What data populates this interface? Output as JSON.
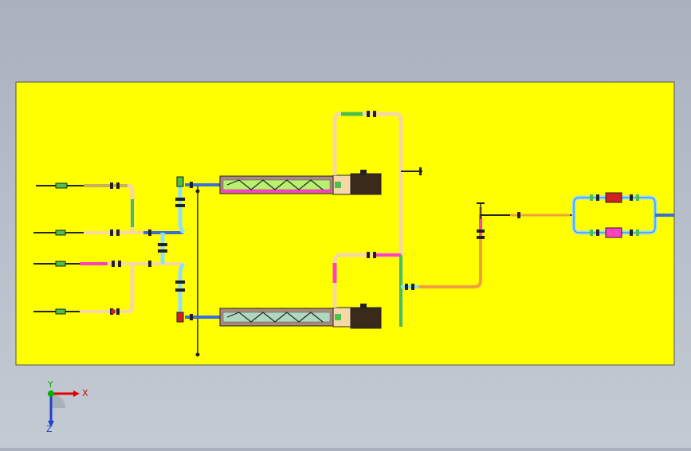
{
  "canvas": {
    "background_top": "#a9b1bd",
    "background_bottom": "#c3cad3",
    "sheet_color": "#ffff00",
    "sheet_border": "#555555"
  },
  "triad": {
    "x_label": "X",
    "y_label": "Y",
    "z_label": "Z",
    "x_color": "#e00000",
    "y_color": "#00b000",
    "z_color": "#2040d0"
  },
  "model": {
    "components": [
      {
        "name": "inlet-line-1",
        "kind": "pipe"
      },
      {
        "name": "inlet-line-2",
        "kind": "pipe"
      },
      {
        "name": "inlet-line-3",
        "kind": "pipe"
      },
      {
        "name": "inlet-line-4",
        "kind": "pipe"
      },
      {
        "name": "screw-conveyor-upper",
        "kind": "conveyor"
      },
      {
        "name": "screw-conveyor-lower",
        "kind": "conveyor"
      },
      {
        "name": "motor-upper",
        "kind": "motor"
      },
      {
        "name": "motor-lower",
        "kind": "motor"
      },
      {
        "name": "riser-pipe",
        "kind": "pipe"
      },
      {
        "name": "outlet-loop",
        "kind": "pipe"
      }
    ],
    "colors": {
      "pipe_main": "#f6d8a8",
      "pipe_green": "#4cc04c",
      "pipe_blue": "#3a6fd8",
      "pipe_magenta": "#ff40c0",
      "pipe_orange": "#f0a040",
      "pipe_cyan": "#8fe0ff",
      "valve": "#222222",
      "conveyor_body": "#a98a7a",
      "conveyor_screw": "#c8b060",
      "motor": "#3a2a1a"
    }
  }
}
